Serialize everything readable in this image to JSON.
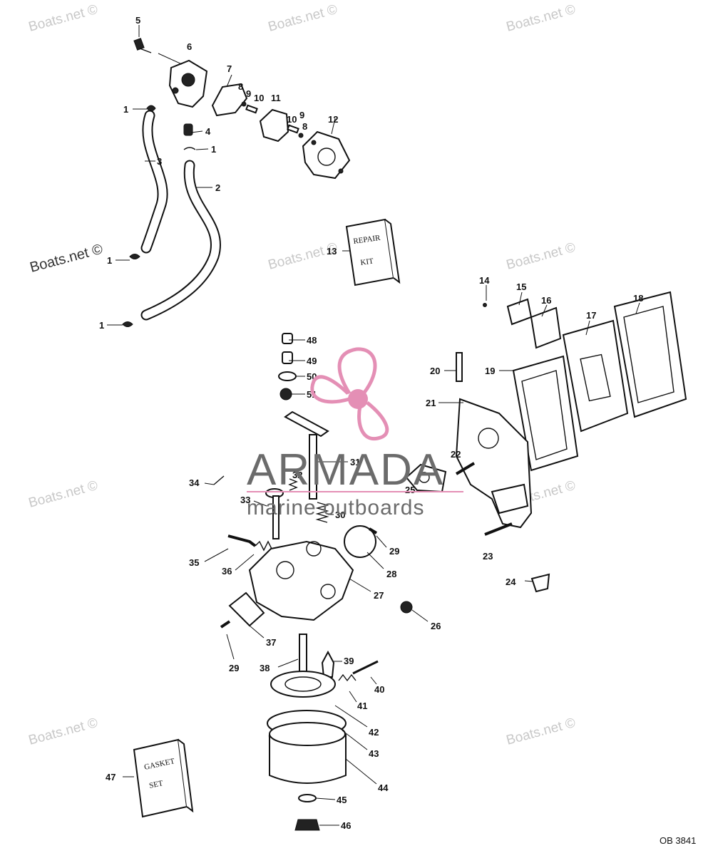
{
  "diagram": {
    "drawing_number": "OB 3841",
    "callouts": {
      "c1a": "1",
      "c1b": "1",
      "c1c": "1",
      "c1d": "1",
      "c2": "2",
      "c3": "3",
      "c4": "4",
      "c5": "5",
      "c6": "6",
      "c7": "7",
      "c8a": "8",
      "c8b": "8",
      "c9a": "9",
      "c9b": "9",
      "c10a": "10",
      "c10b": "10",
      "c11": "11",
      "c12": "12",
      "c13": "13",
      "c14": "14",
      "c15": "15",
      "c16": "16",
      "c17": "17",
      "c18": "18",
      "c19": "19",
      "c20": "20",
      "c21": "21",
      "c22": "22",
      "c23": "23",
      "c24": "24",
      "c25": "25",
      "c26": "26",
      "c27": "27",
      "c28": "28",
      "c29a": "29",
      "c29b": "29",
      "c30": "30",
      "c31": "31",
      "c32": "32",
      "c33": "33",
      "c34": "34",
      "c35": "35",
      "c36": "36",
      "c37": "37",
      "c38": "38",
      "c39": "39",
      "c40": "40",
      "c41": "41",
      "c42": "42",
      "c43": "43",
      "c44": "44",
      "c45": "45",
      "c46": "46",
      "c47": "47",
      "c48": "48",
      "c49": "49",
      "c50": "50",
      "c51": "51"
    },
    "repair_kit_label": [
      "REPAIR",
      "KIT"
    ],
    "gasket_set_label": [
      "GASKET",
      "SET"
    ]
  },
  "watermarks": {
    "site": "Boats.net ©",
    "brand_name": "ARMADA",
    "brand_tagline": "marine outboards"
  },
  "colors": {
    "brand_pink": "#e48fb5",
    "line": "#111111",
    "watermark_gray": "#c8c8c8"
  }
}
